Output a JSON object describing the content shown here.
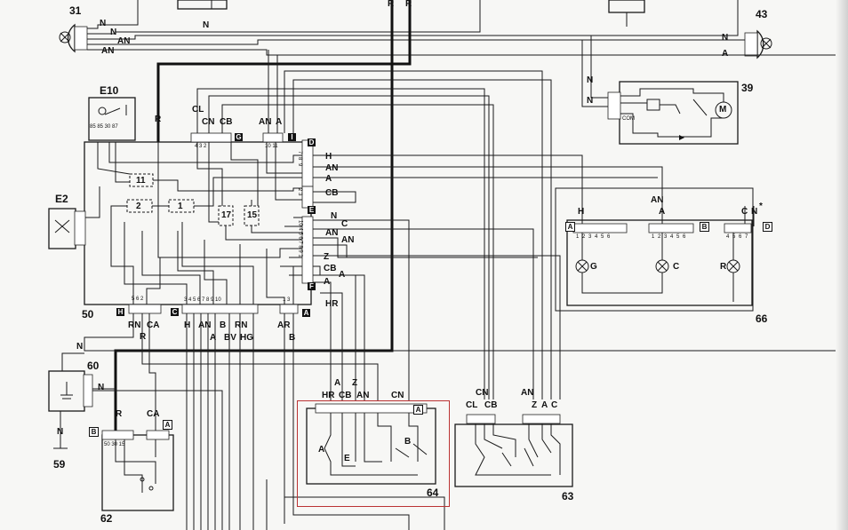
{
  "components": {
    "c31": "31",
    "c43": "43",
    "c39": "39",
    "c50": "50",
    "c60": "60",
    "c59": "59",
    "c62": "62",
    "c63": "63",
    "c64": "64",
    "c66": "66",
    "e10": "E10",
    "e2": "E2"
  },
  "relay_boxes": [
    "11",
    "2",
    "1",
    "17",
    "15"
  ],
  "e10_pins": "85 85 30 87",
  "connector_codes": {
    "D": "D",
    "E": "E",
    "F": "F",
    "G": "G",
    "I": "I",
    "H": "H",
    "C": "C",
    "A": "A",
    "B": "B"
  },
  "right_side_labels": [
    "H",
    "AN",
    "A",
    "CB",
    "N",
    "C",
    "AN",
    "Z",
    "CB",
    "A",
    "HR"
  ],
  "pin_numbers": {
    "d_block": "7 8 9",
    "e_block": "2 3",
    "f_block": "10 4 5 6 7 8 9 1",
    "g_block": "4 3 2",
    "i_block": "10 11",
    "h_block": "5 6 2",
    "c_block": "3 4 5 6 7 8 9 10",
    "a_block": "1 3",
    "p62": "50 30 15",
    "p66a": "1 2 3 4 5 6",
    "p66b": "1 2 3 4 5 6",
    "p66c": "4 5 6 7"
  },
  "top_labels": {
    "cl": "CL",
    "cn": "CN",
    "cb": "CB",
    "an": "AN",
    "a": "A",
    "r": "R",
    "top_r1": "R",
    "top_r2": "R"
  },
  "bottom_labels": {
    "rn1": "RN",
    "ca1": "CA",
    "r1": "R",
    "h": "H",
    "an": "AN",
    "a": "A",
    "b": "B",
    "bv": "BV",
    "rn2": "RN",
    "hg": "HG",
    "ar": "AR",
    "b2": "B"
  },
  "c31_labels": [
    "N",
    "N",
    "AN",
    "AN",
    "N"
  ],
  "c43_labels": [
    "N",
    "A"
  ],
  "c39_labels": [
    "N",
    "N"
  ],
  "c39_motor": "M",
  "c39_com": "COM",
  "c60_labels": [
    "N",
    "N",
    "N"
  ],
  "c62_labels": [
    "R",
    "CA"
  ],
  "c64_labels": [
    "A",
    "Z",
    "HR",
    "CB",
    "AN",
    "CN",
    "A",
    "E",
    "B"
  ],
  "c63_labels": [
    "CN",
    "CL",
    "CB",
    "AN",
    "Z",
    "A",
    "C"
  ],
  "c66_labels": [
    "H",
    "AN",
    "A",
    "C",
    "N",
    "*"
  ],
  "c66_lamps": [
    "G",
    "C",
    "R"
  ]
}
